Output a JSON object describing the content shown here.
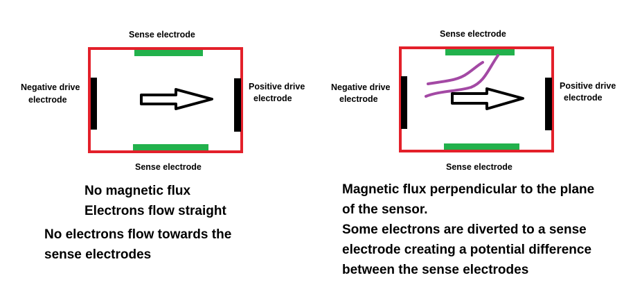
{
  "colors": {
    "frame": "#e3202a",
    "sense_electrode": "#22b14c",
    "drive_electrode": "#000000",
    "electron_path": "#a349a4",
    "arrow": "#000000"
  },
  "panels": [
    {
      "id": "no-field",
      "labels": {
        "sense_top": "Sense electrode",
        "sense_bottom": "Sense electrode",
        "negative_line1": "Negative drive",
        "negative_line2": "electrode",
        "positive_line1": "Positive drive",
        "positive_line2": "electrode"
      },
      "caption": {
        "line1": "No magnetic flux",
        "line2": "Electrons flow straight",
        "line3": "No electrons flow towards the",
        "line4": "sense electrodes"
      },
      "electron_paths_diverted": 0
    },
    {
      "id": "with-field",
      "labels": {
        "sense_top": "Sense electrode",
        "sense_bottom": "Sense electrode",
        "negative_line1": "Negative drive",
        "negative_line2": "electrode",
        "positive_line1": "Positive drive",
        "positive_line2": "electrode"
      },
      "caption": {
        "line1": "Magnetic flux perpendicular to the plane",
        "line2": "of the sensor.",
        "line3": "Some electrons are diverted to a sense",
        "line4": "electrode creating a potential difference",
        "line5": "between the sense electrodes"
      },
      "electron_paths_diverted": 2
    }
  ]
}
